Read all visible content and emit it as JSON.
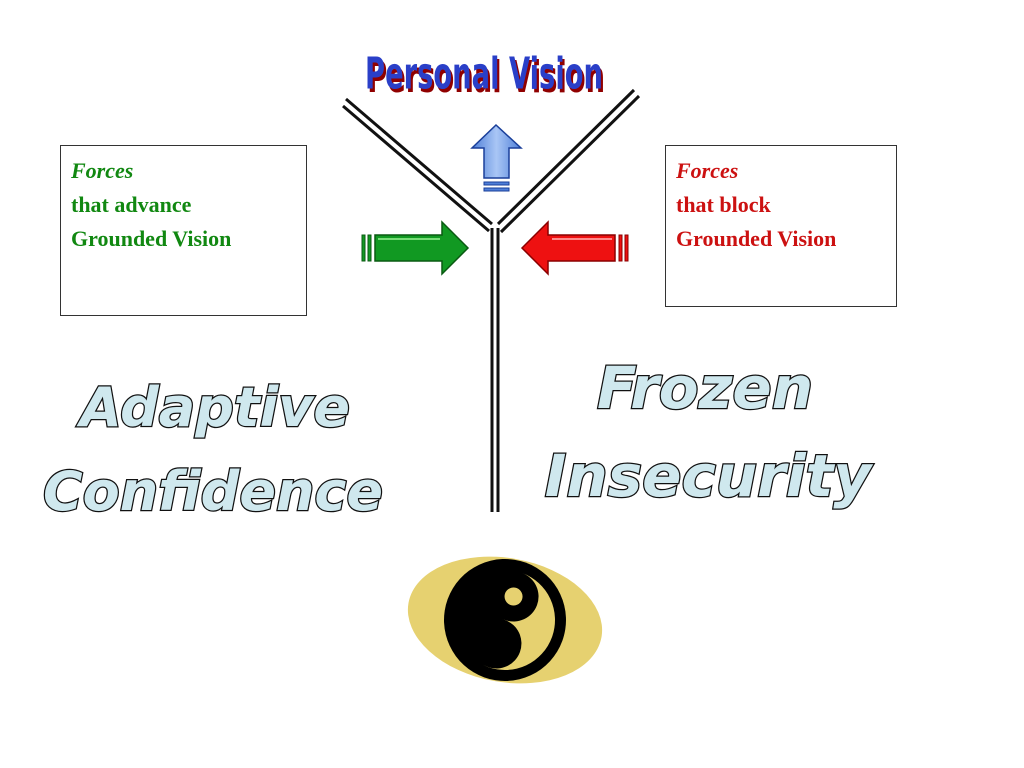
{
  "title": "Personal Vision",
  "advance_box": {
    "title": "Forces",
    "line1": "that advance",
    "line2": "Grounded Vision",
    "color": "#118811"
  },
  "block_box": {
    "title": "Forces",
    "line1": "that block",
    "line2": "Grounded Vision",
    "color": "#cc1111"
  },
  "left_label": {
    "line1": "Adaptive",
    "line2": "Confidence"
  },
  "right_label": {
    "line1": "Frozen",
    "line2": "Insecurity"
  },
  "colors": {
    "title_fill": "#2a3fc8",
    "label_fill": "#cfe8ee",
    "up_arrow": "#7aa6e8",
    "green_arrow": "#119922",
    "red_arrow": "#ee1111",
    "yin_yang_background": "#e6d170"
  },
  "icons": [
    "up-arrow-icon",
    "right-arrow-icon",
    "left-arrow-icon",
    "yin-yang-icon"
  ]
}
